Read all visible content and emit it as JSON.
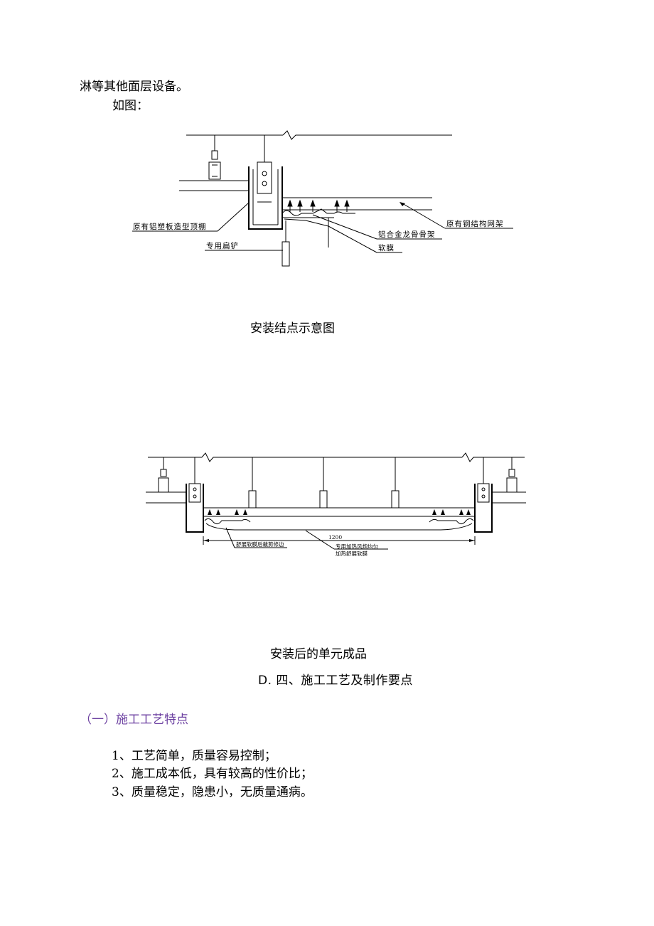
{
  "paragraph_tail": "淋等其他面层设备。",
  "as_shown": "如图：",
  "figure1": {
    "caption": "安装结点示意图",
    "labels": {
      "ceiling": "原有铝塑板造型顶棚",
      "spatula": "专用扁铲",
      "keel": "铝合金龙骨骨架",
      "film": "软膜",
      "steel_frame": "原有钢结构网架"
    }
  },
  "figure2": {
    "caption": "安装后的单元成品",
    "dimension": "1200",
    "labels": {
      "trim": "舒展软膜后裁剪修边",
      "heat_line1": "专用加热风炮均匀",
      "heat_line2": "加热舒展软膜"
    }
  },
  "heading_main": "D. 四、施工工艺及制作要点",
  "section_title": "（一）施工工艺特点",
  "list_items": [
    "1、工艺简单，质量容易控制；",
    "2、施工成本低，具有较高的性价比；",
    "3、质量稳定，隐患小，无质量通病。"
  ]
}
